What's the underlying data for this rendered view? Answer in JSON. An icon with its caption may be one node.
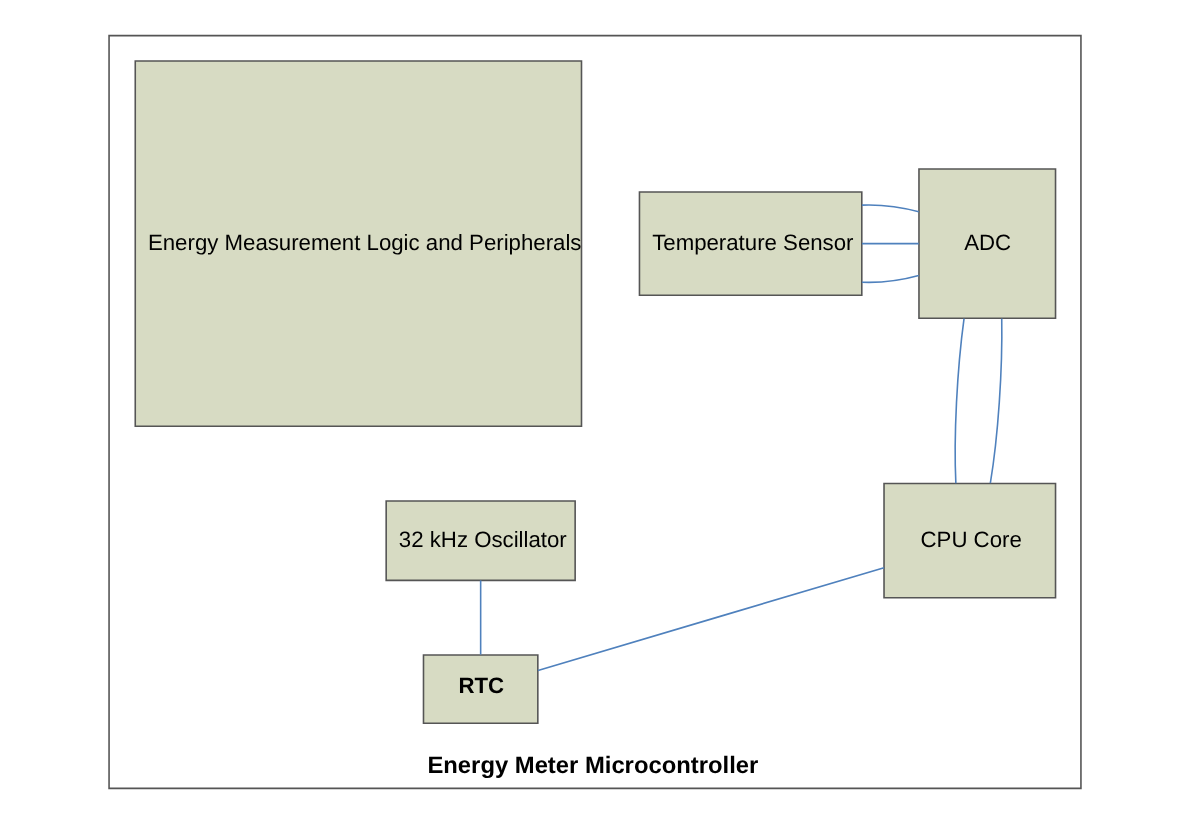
{
  "diagram": {
    "nodes": [
      {
        "text": [
          "Energy Meter Microcontroller"
        ]
      },
      {
        "text": [
          "Temperature Sensor"
        ],
        "in": 0
      },
      {
        "text": [
          "ADC"
        ],
        "in": 0
      },
      {
        "text": [
          "Energy Measurement Logic and Peripherals"
        ],
        "in": 0
      },
      {
        "text": [
          "32 kHz Oscillator"
        ],
        "in": 0
      },
      {
        "text": [
          "CPU Core"
        ],
        "in": 0
      },
      {
        "text": [
          "RTC"
        ],
        "in": 0
      }
    ],
    "edges": [
      {
        "from": 1,
        "to": 2,
        "arrow": "none"
      },
      {
        "from": 1,
        "to": 2,
        "arrow": "none"
      },
      {
        "from": 1,
        "to": 2,
        "arrow": "none"
      },
      {
        "from": 2,
        "to": 5,
        "arrow": "none"
      },
      {
        "from": 2,
        "to": 5,
        "arrow": "none"
      },
      {
        "from": 4,
        "to": 6,
        "arrow": "none"
      },
      {
        "from": 6,
        "to": 5,
        "arrow": "none"
      }
    ]
  }
}
